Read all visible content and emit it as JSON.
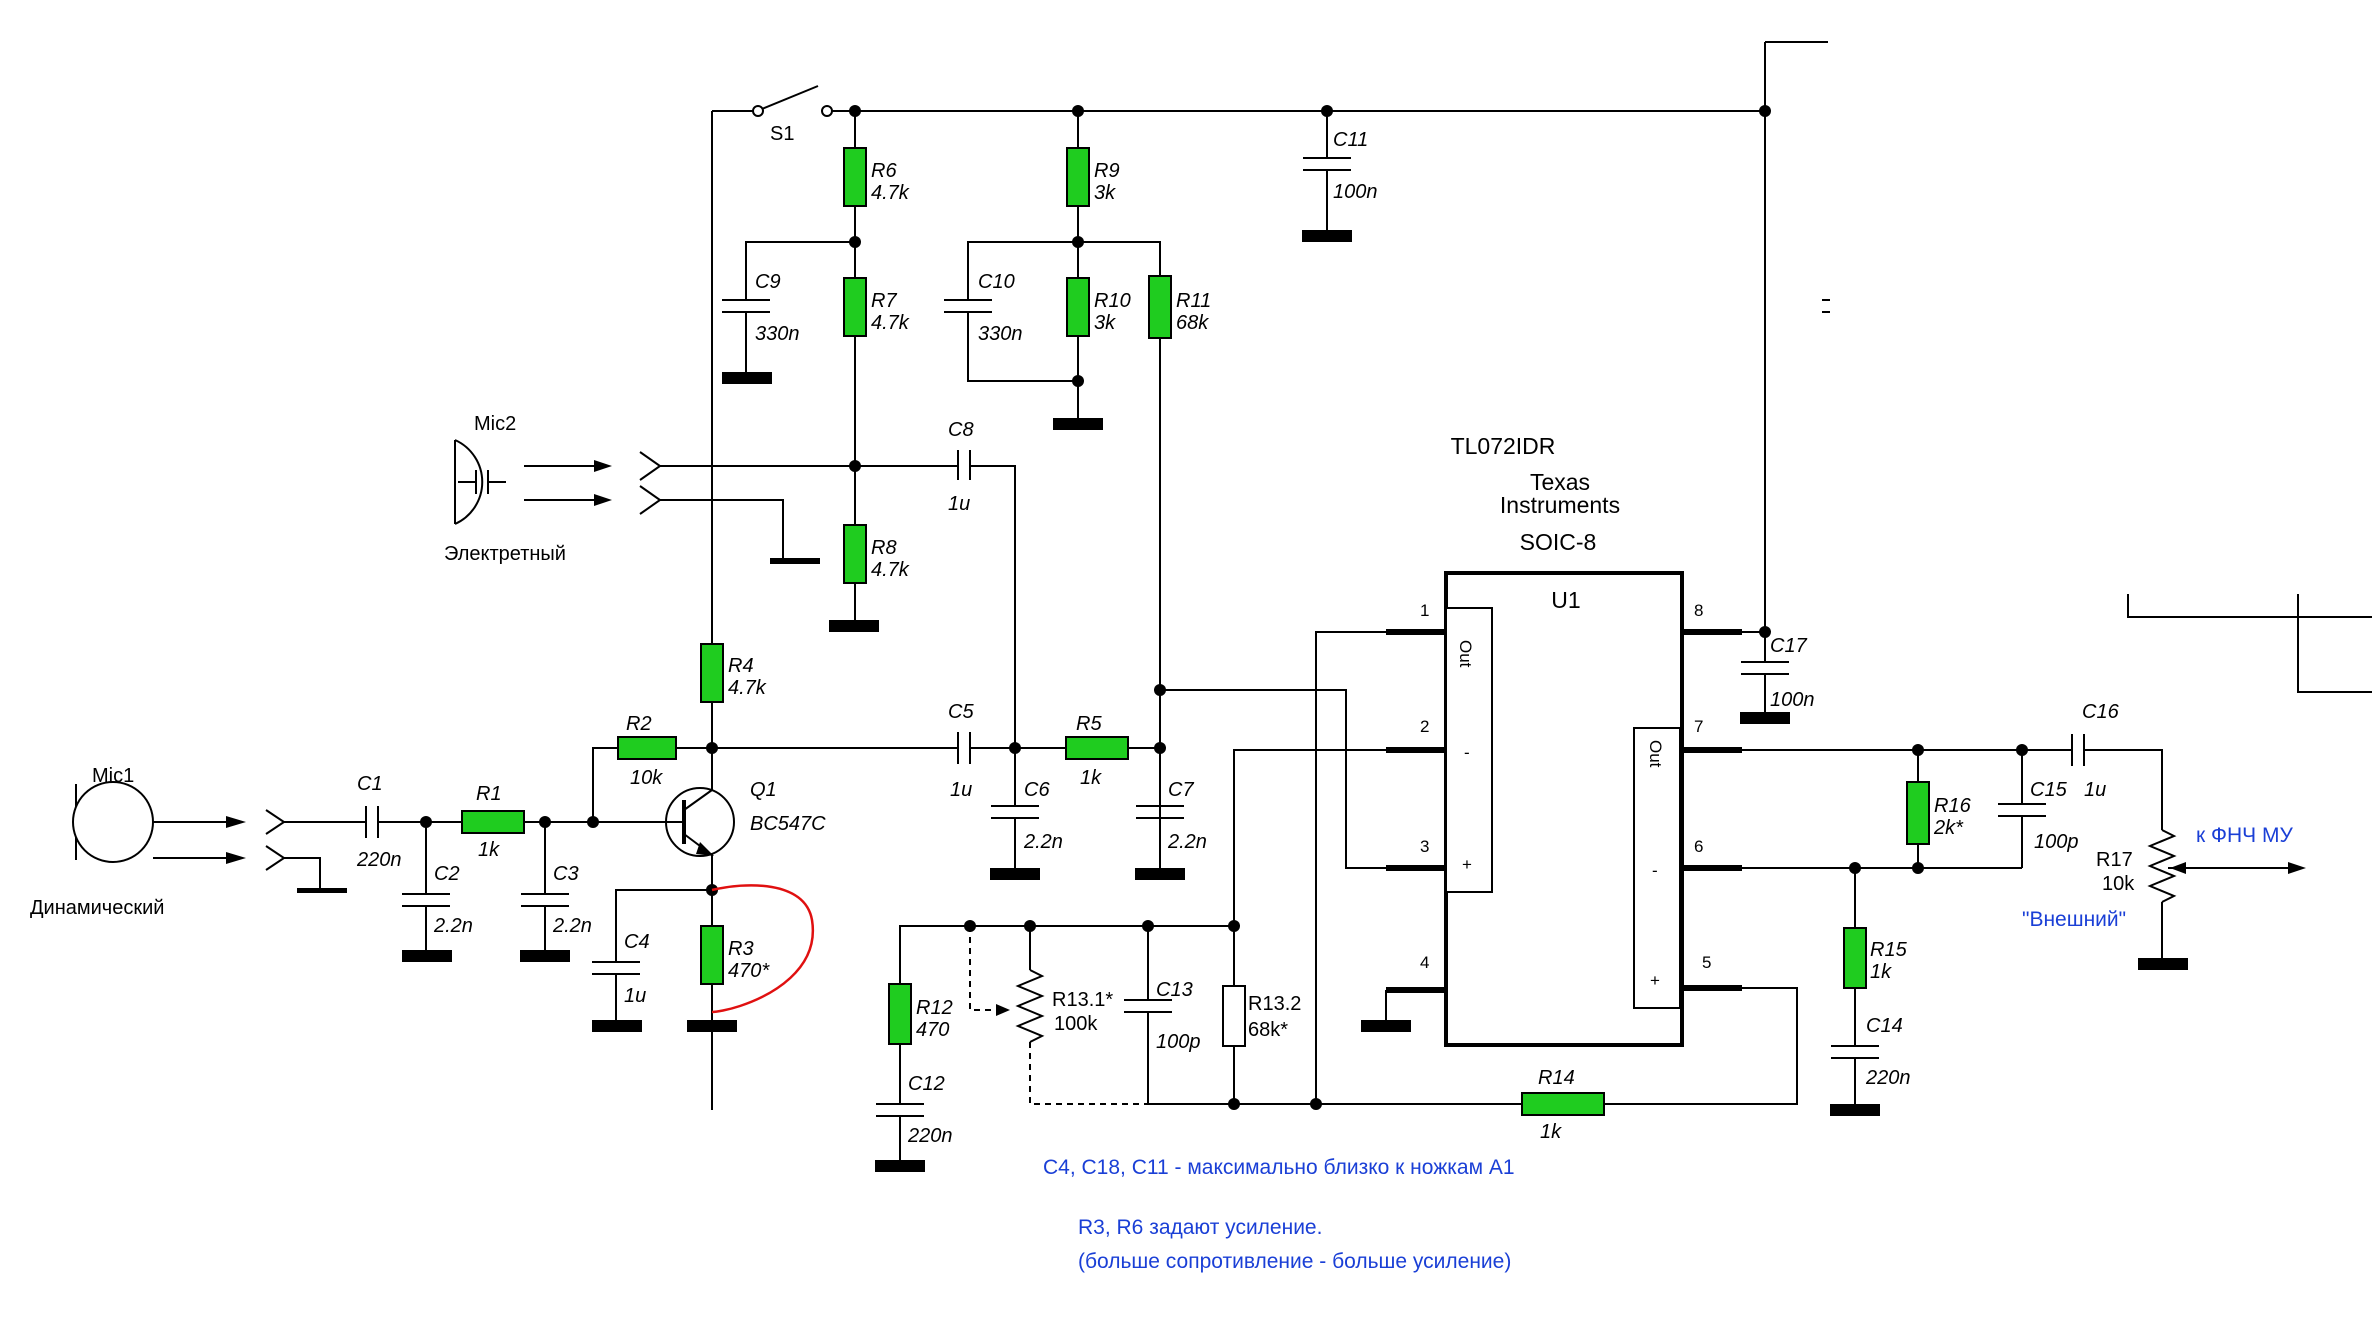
{
  "chip": {
    "model": "TL072IDR",
    "maker_1": "Texas",
    "maker_2": "Instruments",
    "package": "SOIC-8",
    "ref": "U1",
    "out_label": "Out",
    "minus": "-",
    "plus": "+",
    "pins": [
      "1",
      "2",
      "3",
      "4",
      "5",
      "6",
      "7",
      "8"
    ]
  },
  "mic1": {
    "ref": "Mic1",
    "type": "Динамический"
  },
  "mic2": {
    "ref": "Mic2",
    "type": "Электретный"
  },
  "switch": {
    "ref": "S1"
  },
  "transistor": {
    "ref": "Q1",
    "model": "BC547C"
  },
  "resistors": {
    "r1": {
      "ref": "R1",
      "value": "1k"
    },
    "r2": {
      "ref": "R2",
      "value": "10k"
    },
    "r3": {
      "ref": "R3",
      "value": "470*"
    },
    "r4": {
      "ref": "R4",
      "value": "4.7k"
    },
    "r5": {
      "ref": "R5",
      "value": "1k"
    },
    "r6": {
      "ref": "R6",
      "value": "4.7k"
    },
    "r7": {
      "ref": "R7",
      "value": "4.7k"
    },
    "r8": {
      "ref": "R8",
      "value": "4.7k"
    },
    "r9": {
      "ref": "R9",
      "value": "3k"
    },
    "r10": {
      "ref": "R10",
      "value": "3k"
    },
    "r11": {
      "ref": "R11",
      "value": "68k"
    },
    "r12": {
      "ref": "R12",
      "value": "470"
    },
    "r13_1": {
      "ref": "R13.1*",
      "value": "100k"
    },
    "r13_2": {
      "ref": "R13.2",
      "value": "68k*"
    },
    "r14": {
      "ref": "R14",
      "value": "1k"
    },
    "r15": {
      "ref": "R15",
      "value": "1k"
    },
    "r16": {
      "ref": "R16",
      "value": "2k*"
    },
    "r17": {
      "ref": "R17",
      "value": "10k"
    }
  },
  "capacitors": {
    "c1": {
      "ref": "C1",
      "value": "220n"
    },
    "c2": {
      "ref": "C2",
      "value": "2.2n"
    },
    "c3": {
      "ref": "C3",
      "value": "2.2n"
    },
    "c4": {
      "ref": "C4",
      "value": "1u"
    },
    "c5": {
      "ref": "C5",
      "value": "1u"
    },
    "c6": {
      "ref": "C6",
      "value": "2.2n"
    },
    "c7": {
      "ref": "C7",
      "value": "2.2n"
    },
    "c8": {
      "ref": "C8",
      "value": "1u"
    },
    "c9": {
      "ref": "C9",
      "value": "330n"
    },
    "c10": {
      "ref": "C10",
      "value": "330n"
    },
    "c11": {
      "ref": "C11",
      "value": "100n"
    },
    "c12": {
      "ref": "C12",
      "value": "220n"
    },
    "c13": {
      "ref": "C13",
      "value": "100p"
    },
    "c14": {
      "ref": "C14",
      "value": "220n"
    },
    "c15": {
      "ref": "C15",
      "value": "100p"
    },
    "c16": {
      "ref": "C16",
      "value": "1u"
    },
    "c17": {
      "ref": "C17",
      "value": "100n"
    }
  },
  "output": {
    "label": "к ФНЧ МУ",
    "external": "\"Внешний\""
  },
  "notes": {
    "line1": "C4, C18, C11 - максимально близко к ножкам А1",
    "line2": "R3, R6 задают усиление.",
    "line3": "(больше сопротивление - больше усиление)"
  },
  "colors": {
    "resistor": "#1fcc1f",
    "note_text": "#1a3fd6",
    "annotation": "#e01010"
  }
}
